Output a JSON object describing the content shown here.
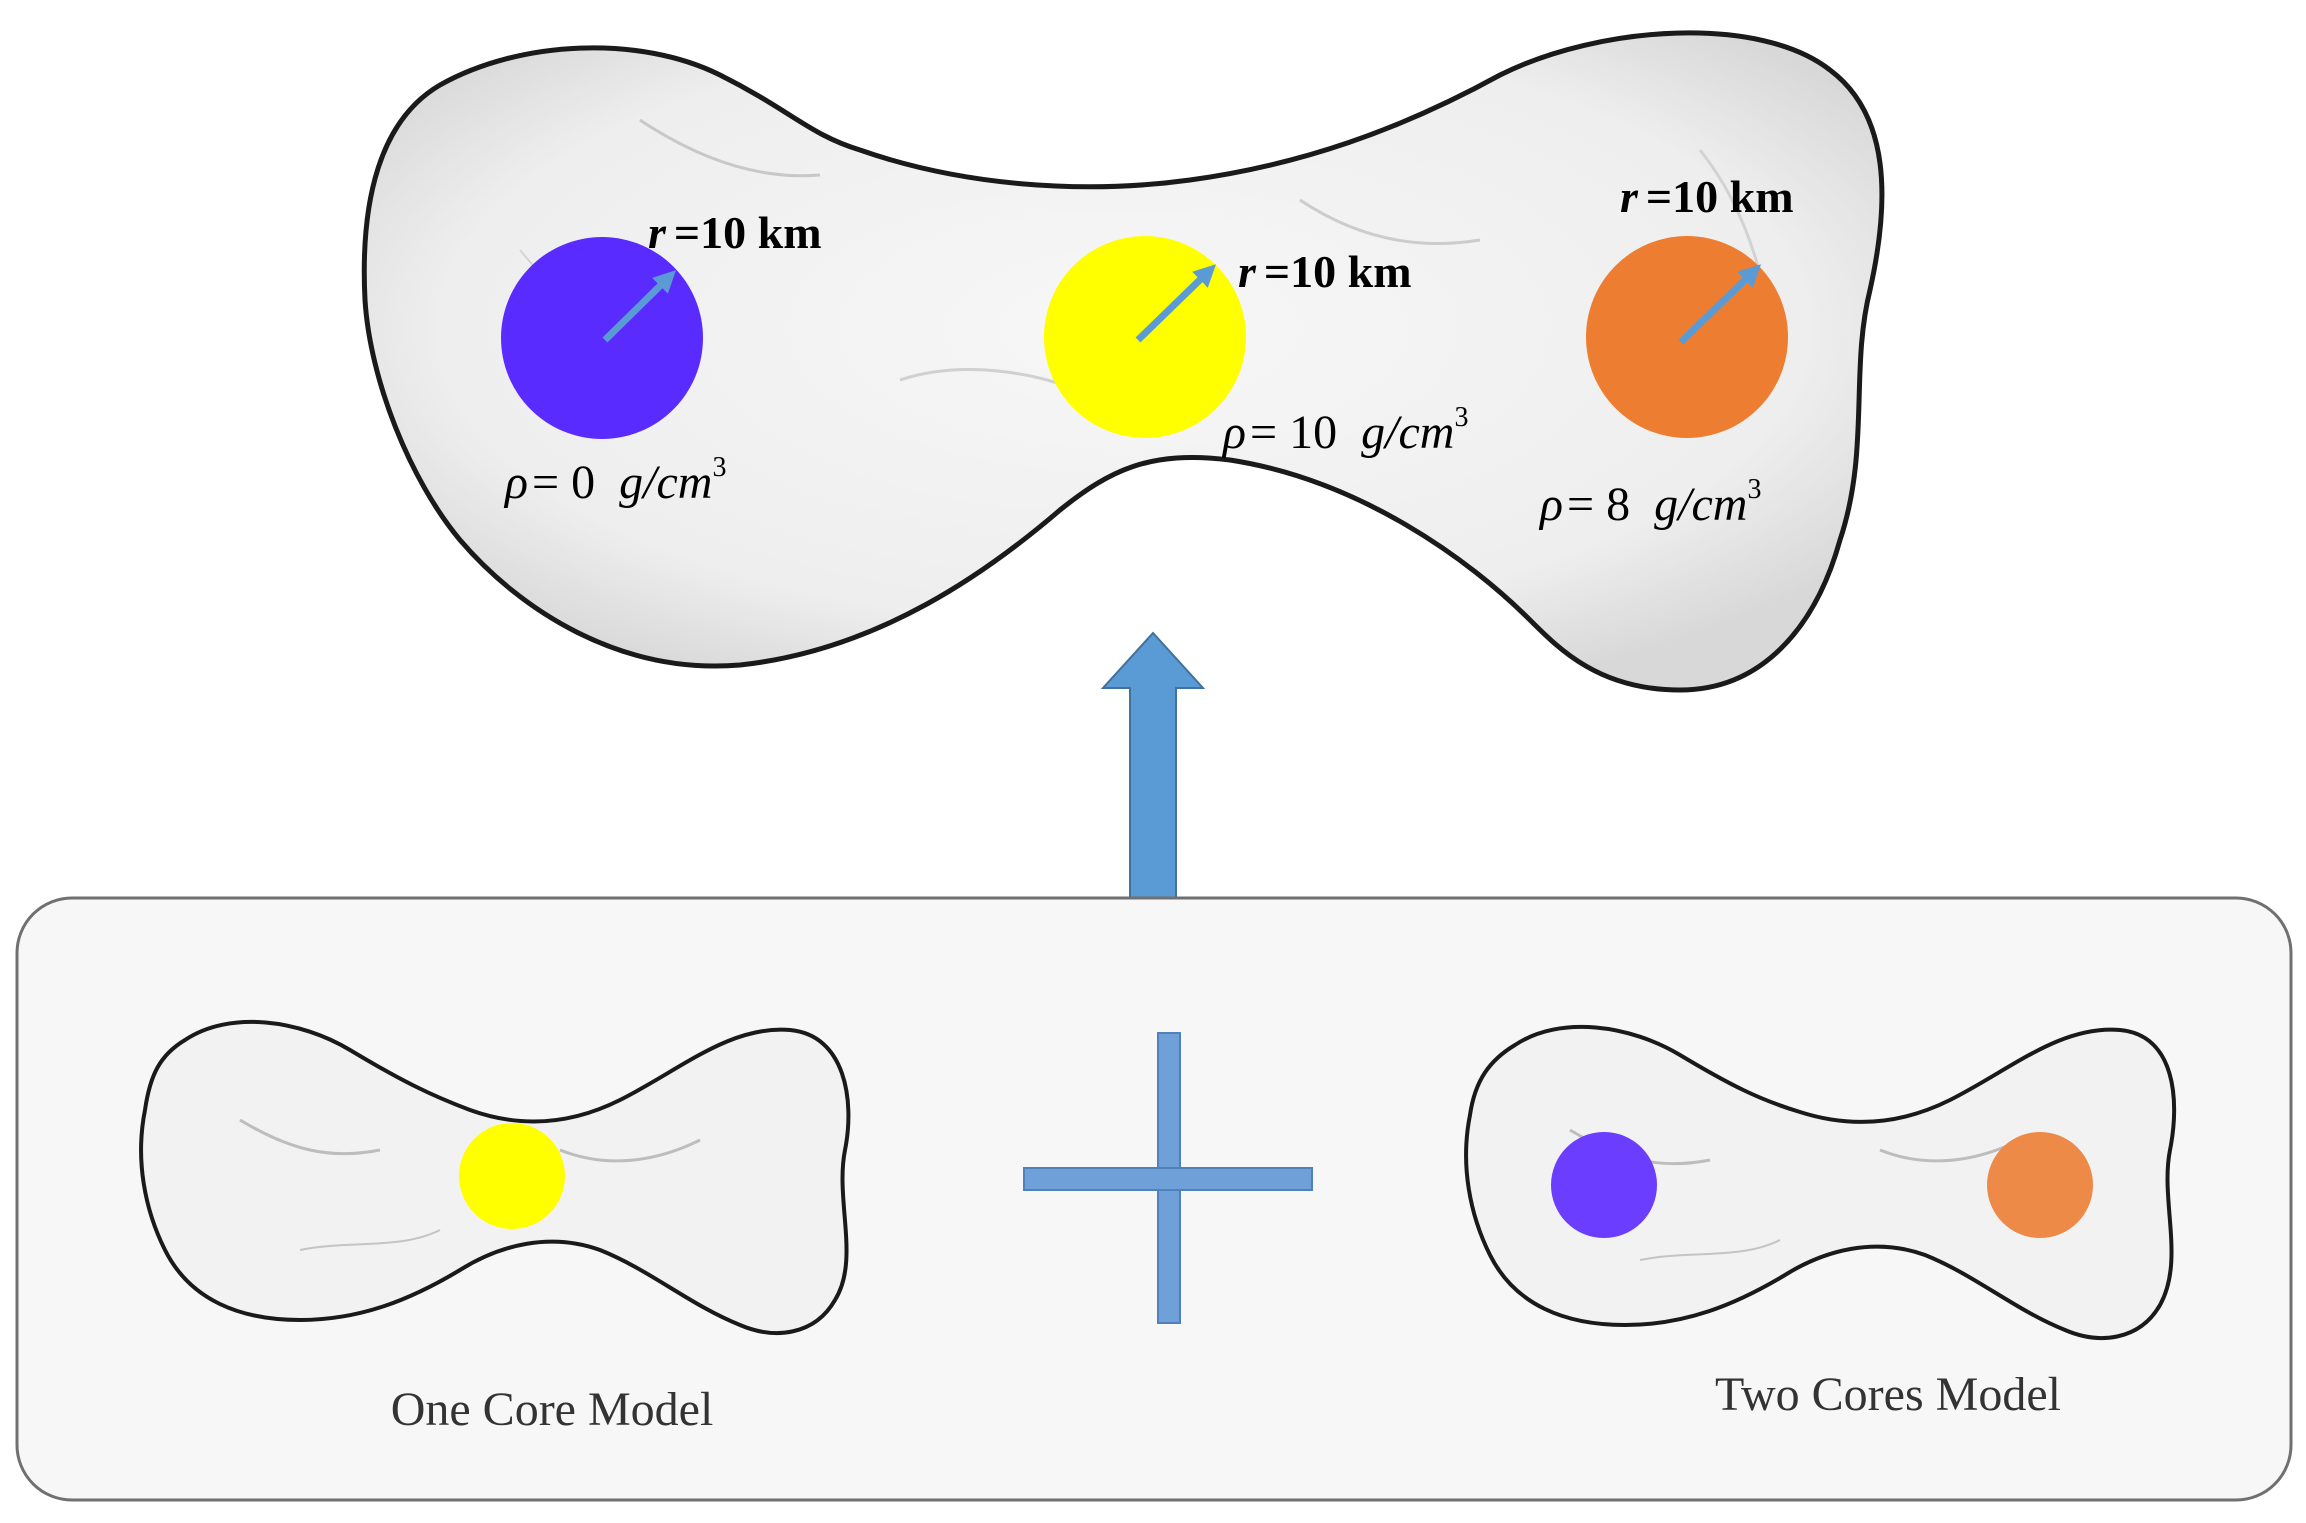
{
  "big_body": {
    "cores": [
      {
        "r_var": "r",
        "r_value": "=10 km",
        "rho_sym": "ρ",
        "rho_value": "= 0",
        "rho_unit": "g/cm",
        "rho_exp": "3",
        "color": "#5a2bff"
      },
      {
        "r_var": "r",
        "r_value": "=10 km",
        "rho_sym": "ρ",
        "rho_value": "= 10",
        "rho_unit": "g/cm",
        "rho_exp": "3",
        "color": "#ffff00"
      },
      {
        "r_var": "r",
        "r_value": "=10 km",
        "rho_sym": "ρ",
        "rho_value": "= 8",
        "rho_unit": "g/cm",
        "rho_exp": "3",
        "color": "#ed7d31"
      }
    ],
    "arrow_color": "#5b9bd5"
  },
  "panel": {
    "one_core_label": "One Core Model",
    "two_cores_label": "Two Cores Model",
    "one_core_color": "#ffff00",
    "two_cores_colors": [
      "#6a3dff",
      "#ed8a48"
    ],
    "plus_color": "#6fa1d8"
  },
  "up_arrow_color": "#5b9bd5"
}
